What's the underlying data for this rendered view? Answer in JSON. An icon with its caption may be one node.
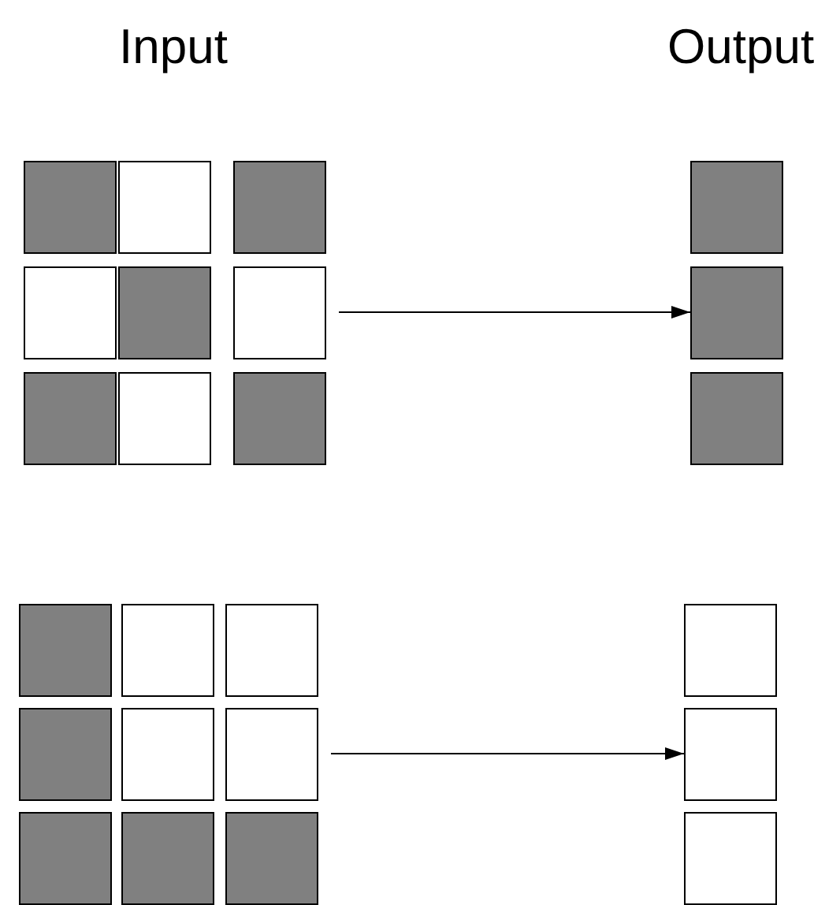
{
  "diagram": {
    "nodes": [
      {
        "text": [],
        "shape": "box"
      },
      {
        "text": [],
        "shape": "box"
      },
      {
        "text": [],
        "shape": "box"
      },
      {
        "text": [],
        "shape": "box"
      },
      {
        "text": [],
        "shape": "box"
      },
      {
        "text": [],
        "shape": "box"
      },
      {
        "text": [],
        "shape": "box"
      },
      {
        "text": [],
        "shape": "box"
      },
      {
        "text": [],
        "shape": "box"
      },
      {
        "text": [],
        "shape": "box"
      },
      {
        "text": [],
        "shape": "box"
      },
      {
        "text": [],
        "shape": "box"
      },
      {
        "text": [],
        "shape": "box"
      },
      {
        "text": [],
        "shape": "box"
      },
      {
        "text": [],
        "shape": "box"
      },
      {
        "text": [],
        "shape": "box"
      },
      {
        "text": [],
        "shape": "box"
      },
      {
        "text": [],
        "shape": "box"
      },
      {
        "text": [],
        "shape": "box"
      },
      {
        "text": [],
        "shape": "box"
      },
      {
        "text": [],
        "shape": "box"
      },
      {
        "text": [],
        "shape": "box"
      },
      {
        "text": [],
        "shape": "box"
      },
      {
        "text": [],
        "shape": "box"
      }
    ],
    "edges": [
      {
        "from": 5,
        "to": 10,
        "arrow": "to"
      },
      {
        "from": 17,
        "to": 22,
        "arrow": "to"
      }
    ],
    "labels": [
      "Input",
      "Output"
    ]
  }
}
